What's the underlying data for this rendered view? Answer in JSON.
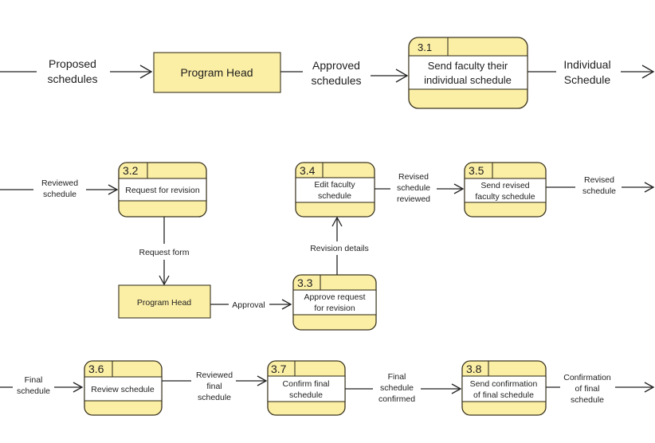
{
  "diagram": {
    "processes": {
      "p31": {
        "id": "3.1",
        "label": [
          "Send faculty their",
          "individual schedule"
        ]
      },
      "p32": {
        "id": "3.2",
        "label": [
          "Request for revision"
        ]
      },
      "p33": {
        "id": "3.3",
        "label": [
          "Approve request",
          "for revision"
        ]
      },
      "p34": {
        "id": "3.4",
        "label": [
          "Edit faculty",
          "schedule"
        ]
      },
      "p35": {
        "id": "3.5",
        "label": [
          "Send revised",
          "faculty schedule"
        ]
      },
      "p36": {
        "id": "3.6",
        "label": [
          "Review schedule"
        ]
      },
      "p37": {
        "id": "3.7",
        "label": [
          "Confirm final",
          "schedule"
        ]
      },
      "p38": {
        "id": "3.8",
        "label": [
          "Send confirmation",
          "of final schedule"
        ]
      }
    },
    "entities": {
      "e1": {
        "label": "Program Head"
      },
      "e2": {
        "label": "Program Head"
      }
    },
    "flows": {
      "proposed": [
        "Proposed",
        "schedules"
      ],
      "approved": [
        "Approved",
        "schedules"
      ],
      "individual": [
        "Individual",
        "Schedule"
      ],
      "reviewed": [
        "Reviewed",
        "schedule"
      ],
      "request_form": [
        "Request form"
      ],
      "approval": [
        "Approval"
      ],
      "revision_details": [
        "Revision details"
      ],
      "revised_reviewed": [
        "Revised",
        "schedule",
        "reviewed"
      ],
      "revised": [
        "Revised",
        "schedule"
      ],
      "final": [
        "Final",
        "schedule"
      ],
      "reviewed_final": [
        "Reviewed",
        "final",
        "schedule"
      ],
      "final_confirmed": [
        "Final",
        "schedule",
        "confirmed"
      ],
      "confirmation": [
        "Confirmation",
        "of final",
        "schedule"
      ]
    }
  }
}
